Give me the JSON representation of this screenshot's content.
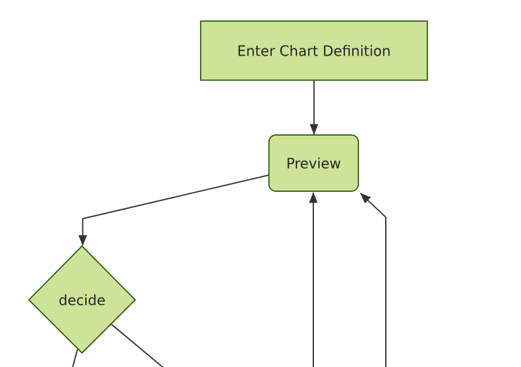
{
  "diagram": {
    "kind": "flowchart",
    "direction": "top-down",
    "nodes": {
      "enter_chart_definition": {
        "label": "Enter Chart Definition",
        "shape": "rectangle"
      },
      "preview": {
        "label": "Preview",
        "shape": "rounded-rectangle"
      },
      "decide": {
        "label": "decide",
        "shape": "diamond"
      }
    },
    "edges": [
      {
        "from": "enter_chart_definition",
        "to": "preview",
        "arrowhead": true
      },
      {
        "from": "preview",
        "to": "decide",
        "arrowhead": true
      },
      {
        "from": "offscreen-bottom-left",
        "to": "preview",
        "arrowhead": true
      },
      {
        "from": "offscreen-bottom-right",
        "to": "preview",
        "arrowhead": true
      },
      {
        "from": "decide",
        "to": "offscreen-bottom",
        "arrowhead": false
      },
      {
        "from": "decide",
        "to": "offscreen-bottom",
        "arrowhead": false
      }
    ]
  },
  "theme": {
    "node_fill": "#cde498",
    "node_border": "#2e5d15",
    "line_color": "#333333",
    "text_color": "#262626",
    "background": "#ffffff"
  }
}
